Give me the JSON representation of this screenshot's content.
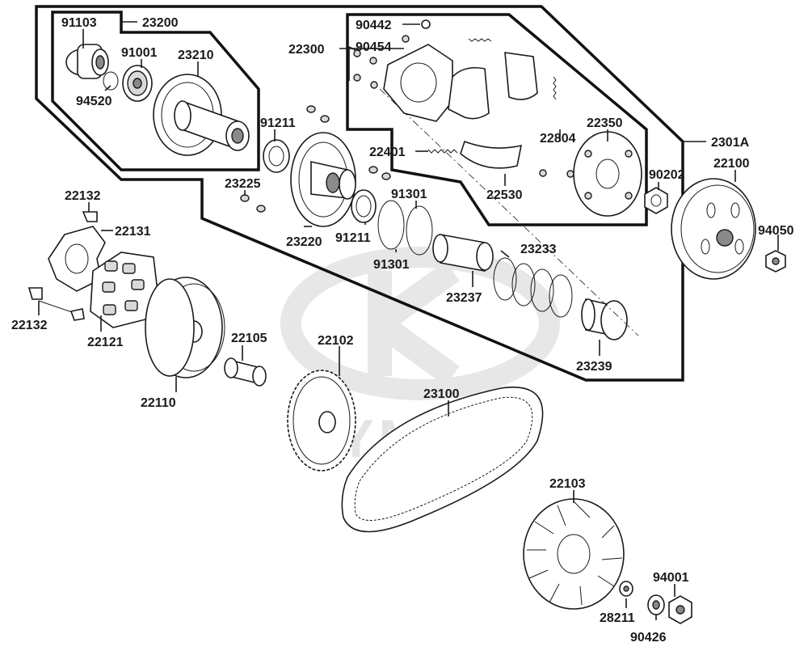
{
  "diagram": {
    "part_labels": {
      "p91103": "91103",
      "p23200": "23200",
      "p91001": "91001",
      "p23210": "23210",
      "p94520": "94520",
      "p90442": "90442",
      "p90454": "90454",
      "p22300": "22300",
      "p91211a": "91211",
      "p22804": "22804",
      "p22350": "22350",
      "p2301A": "2301A",
      "p22401": "22401",
      "p22100": "22100",
      "p90202": "90202",
      "p23225": "23225",
      "p22530": "22530",
      "p91301a": "91301",
      "p22132a": "22132",
      "p22131": "22131",
      "p23220": "23220",
      "p91211b": "91211",
      "p91301b": "91301",
      "p94050": "94050",
      "p23233": "23233",
      "p23237": "23237",
      "p22132b": "22132",
      "p22121": "22121",
      "p22105": "22105",
      "p22102": "22102",
      "p23239": "23239",
      "p22110": "22110",
      "p23100": "23100",
      "p22103": "22103",
      "p94001": "94001",
      "p28211": "28211",
      "p90426": "90426"
    },
    "watermark": "KYMCO"
  }
}
